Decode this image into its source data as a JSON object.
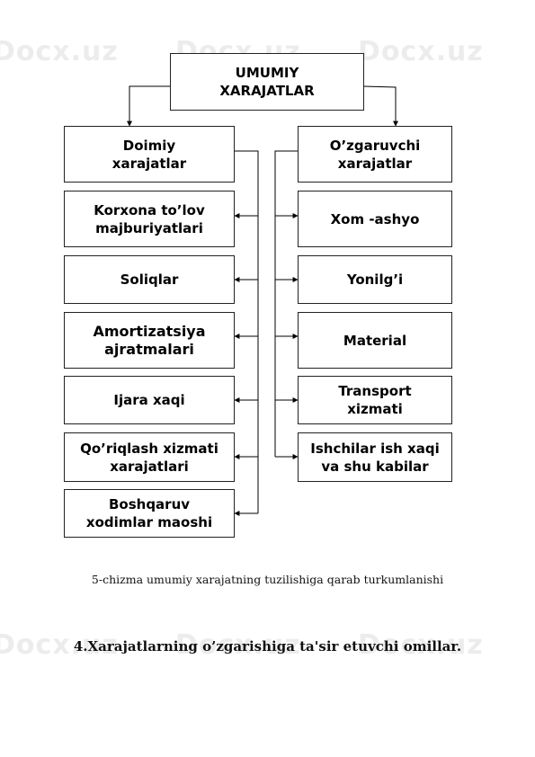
{
  "watermark": "Docx.uz",
  "diagram": {
    "root": "UMUMIY XARAJATLAR",
    "left_branch": {
      "title": "Doimiy xarajatlar",
      "items": [
        "Korxona to’lov majburiyatlari",
        "Soliqlar",
        "Amortizatsiya ajratmalari",
        "Ijara xaqi",
        "Qo’riqlash xizmati xarajatlari",
        "Boshqaruv xodimlar maoshi"
      ]
    },
    "right_branch": {
      "title": "O’zgaruvchi xarajatlar",
      "items": [
        "Xom -ashyo",
        "Yonilg’i",
        "Material",
        "Transport xizmati",
        "Ishchilar ish xaqi va shu kabilar"
      ]
    }
  },
  "caption": "5-chizma umumiy xarajatning tuzilishiga qarab turkumlanishi",
  "section_heading": "4.Xarajatlarning o’zgarishiga ta'sir etuvchi omillar."
}
